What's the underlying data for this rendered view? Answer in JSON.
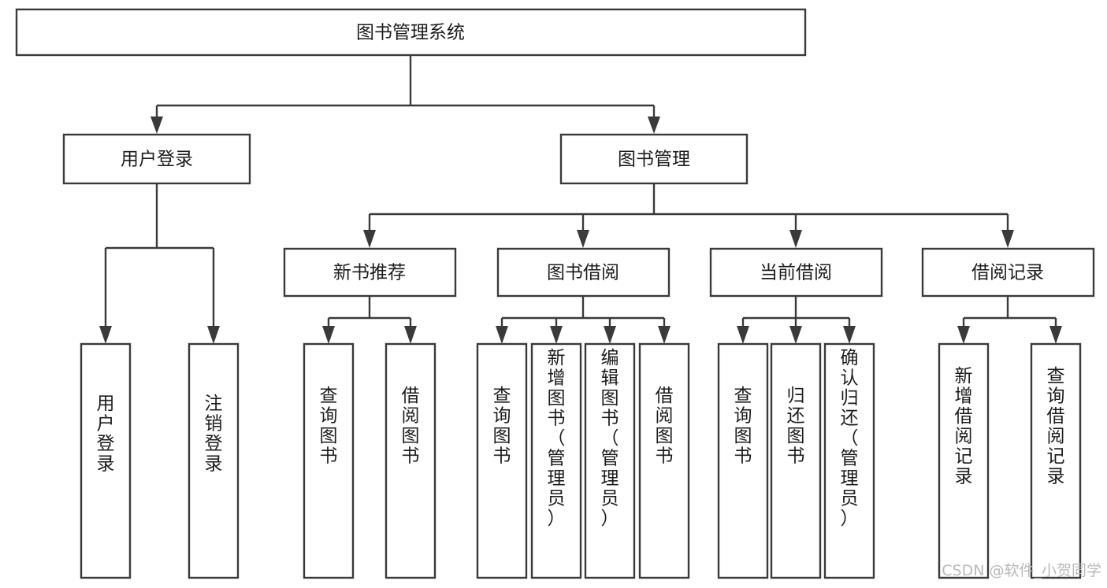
{
  "diagram": {
    "title": "图书管理系统",
    "type": "tree-hierarchy-chart",
    "orientation": "top-down",
    "colors": {
      "box_stroke": "#3a3a3a",
      "box_fill": "#ffffff",
      "text": "#1c1c1c",
      "connector": "#3a3a3a",
      "background": "#ffffff",
      "watermark": "#b9b9b9"
    }
  },
  "root": {
    "label": "图书管理系统"
  },
  "level2": [
    {
      "label": "用户登录"
    },
    {
      "label": "图书管理"
    }
  ],
  "level3": [
    {
      "label": "新书推荐"
    },
    {
      "label": "图书借阅"
    },
    {
      "label": "当前借阅"
    },
    {
      "label": "借阅记录"
    }
  ],
  "leaves": {
    "user_login": [
      {
        "label": "用户登录"
      },
      {
        "label": "注销登录"
      }
    ],
    "new_book_recommend": [
      {
        "label": "查询图书"
      },
      {
        "label": "借阅图书"
      }
    ],
    "book_borrow": [
      {
        "label": "查询图书"
      },
      {
        "label": "新增图书（管理员）"
      },
      {
        "label": "编辑图书（管理员）"
      },
      {
        "label": "借阅图书"
      }
    ],
    "current_borrow": [
      {
        "label": "查询图书"
      },
      {
        "label": "归还图书"
      },
      {
        "label": "确认归还（管理员）"
      }
    ],
    "borrow_record": [
      {
        "label": "新增借阅记录"
      },
      {
        "label": "查询借阅记录"
      }
    ]
  },
  "watermark": {
    "text": "CSDN @软件_小贺同学"
  }
}
